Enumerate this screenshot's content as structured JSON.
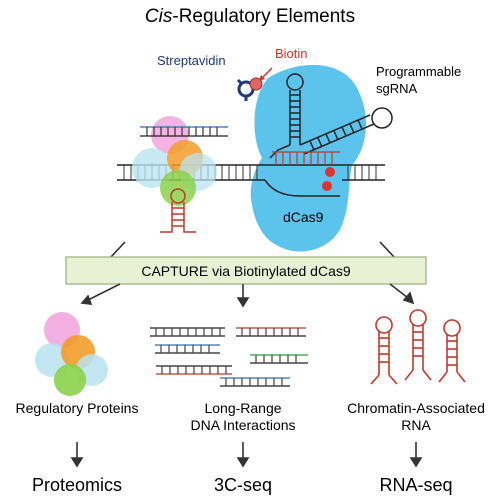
{
  "title": {
    "italic": "Cis",
    "rest": "-Regulatory Elements"
  },
  "labels": {
    "streptavidin": "Streptavidin",
    "biotin": "Biotin",
    "programmable": "Programmable",
    "sgrna": "sgRNA",
    "dcas9": "dCas9"
  },
  "capture_box": {
    "text": "CAPTURE via Biotinylated dCas9"
  },
  "outputs": [
    {
      "category_lines": [
        "Regulatory Proteins"
      ],
      "method": "Proteomics"
    },
    {
      "category_lines": [
        "Long-Range",
        "DNA Interactions"
      ],
      "method": "3C-seq"
    },
    {
      "category_lines": [
        "Chromatin-Associated",
        "RNA"
      ],
      "method": "RNA-seq"
    }
  ],
  "colors": {
    "dcas9": "#5cc4ec",
    "dna_strand": "#222222",
    "rna": "#c0392b",
    "streptavidin": "#1f3a7a",
    "biotin": "#e06666",
    "biotin_label": "#d0342c",
    "streptavidin_label": "#1f3a7a",
    "capture_box_fill": "#e8f1d4",
    "capture_box_stroke": "#9aae7a",
    "protein_pink": "#f2a6de",
    "protein_orange": "#f39c2a",
    "protein_green": "#8bd14a",
    "protein_lightblue": "#b9e3f0",
    "dna_blue": "#2e6fb6",
    "dna_green": "#2e9e3a",
    "dna_red": "#c0392b"
  }
}
